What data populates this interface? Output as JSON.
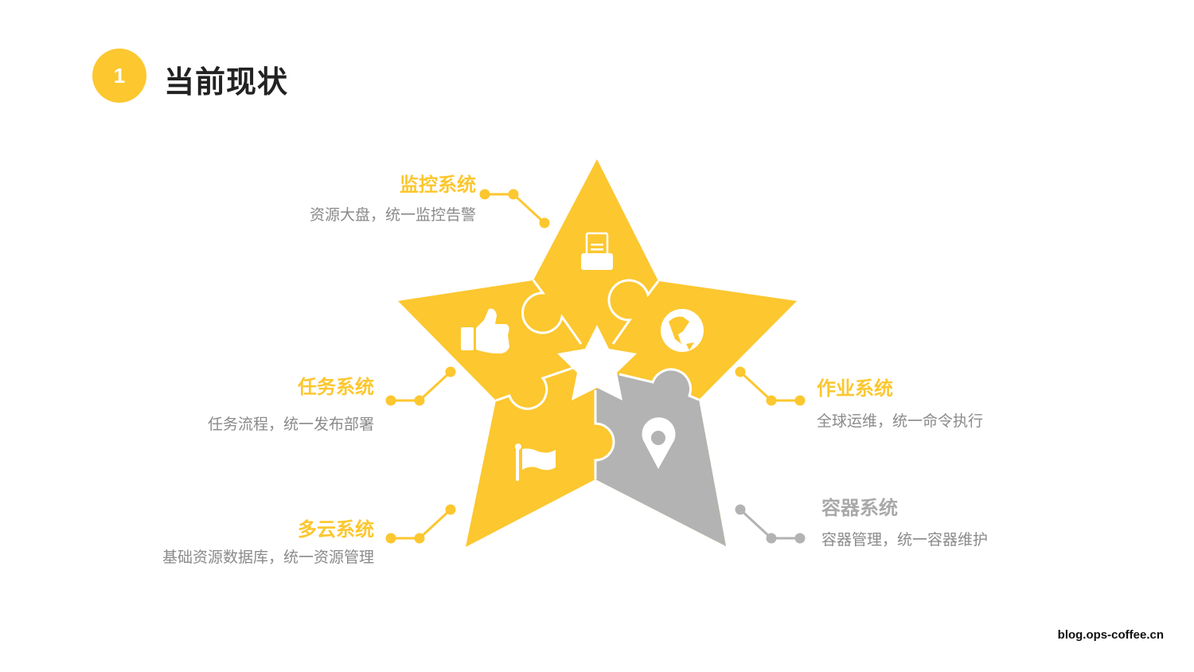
{
  "header": {
    "number": "1",
    "title": "当前现状"
  },
  "items": [
    {
      "title": "监控系统",
      "desc": "资源大盘，统一监控告警",
      "icon": "file-tray-icon"
    },
    {
      "title": "任务系统",
      "desc": "任务流程，统一发布部署",
      "icon": "thumbs-up-icon"
    },
    {
      "title": "多云系统",
      "desc": "基础资源数据库，统一资源管理",
      "icon": "flag-icon"
    },
    {
      "title": "作业系统",
      "desc": "全球运维，统一命令执行",
      "icon": "globe-icon"
    },
    {
      "title": "容器系统",
      "desc": "容器管理，统一容器维护",
      "icon": "map-pin-icon"
    }
  ],
  "footer": "blog.ops-coffee.cn",
  "colors": {
    "accent": "#fcc72f",
    "muted": "#b3b3b3"
  }
}
